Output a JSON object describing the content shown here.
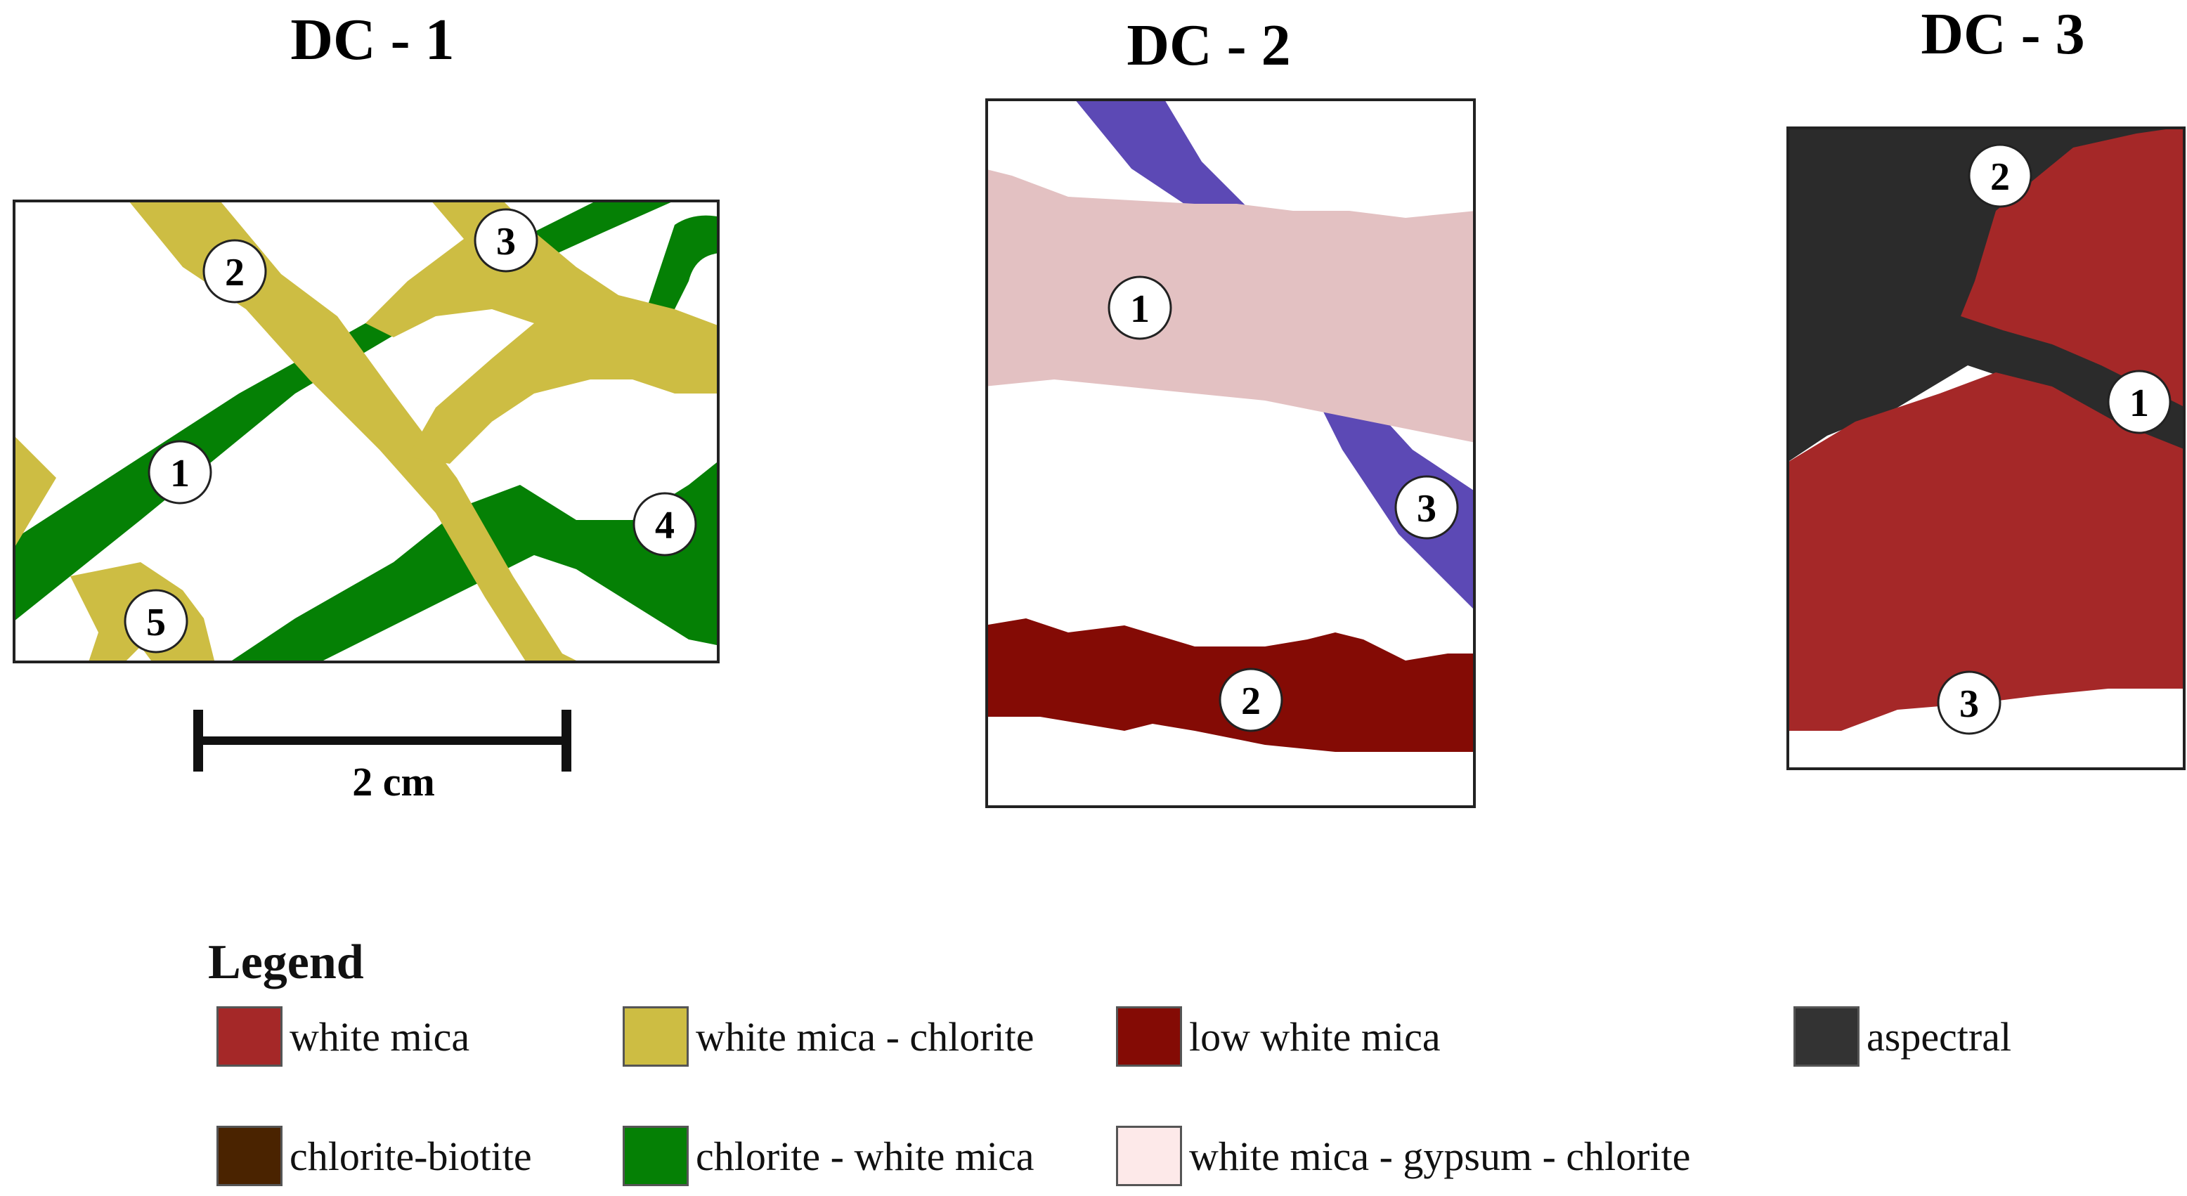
{
  "panels": [
    {
      "title": "DC - 1",
      "labels": [
        "1",
        "2",
        "3",
        "4",
        "5"
      ]
    },
    {
      "title": "DC - 2",
      "labels": [
        "1",
        "2",
        "3"
      ]
    },
    {
      "title": "DC - 3",
      "labels": [
        "1",
        "2",
        "3"
      ]
    }
  ],
  "scale_bar": {
    "label": "2 cm"
  },
  "legend": {
    "title": "Legend",
    "items": [
      {
        "label": "white mica",
        "color": "#a52828"
      },
      {
        "label": "white mica - chlorite",
        "color": "#cdbd43"
      },
      {
        "label": "low white mica",
        "color": "#840b05"
      },
      {
        "label": "aspectral",
        "color": "#333333"
      },
      {
        "label": "chlorite-biotite",
        "color": "#4a2300"
      },
      {
        "label": "chlorite - white mica",
        "color": "#058005"
      },
      {
        "label": "white mica - gypsum - chlorite",
        "color": "#fde9e9"
      }
    ]
  },
  "colors": {
    "vein_purple": "#5c49b5",
    "vein_pink": "#e3c1c2",
    "outline": "#222222"
  }
}
